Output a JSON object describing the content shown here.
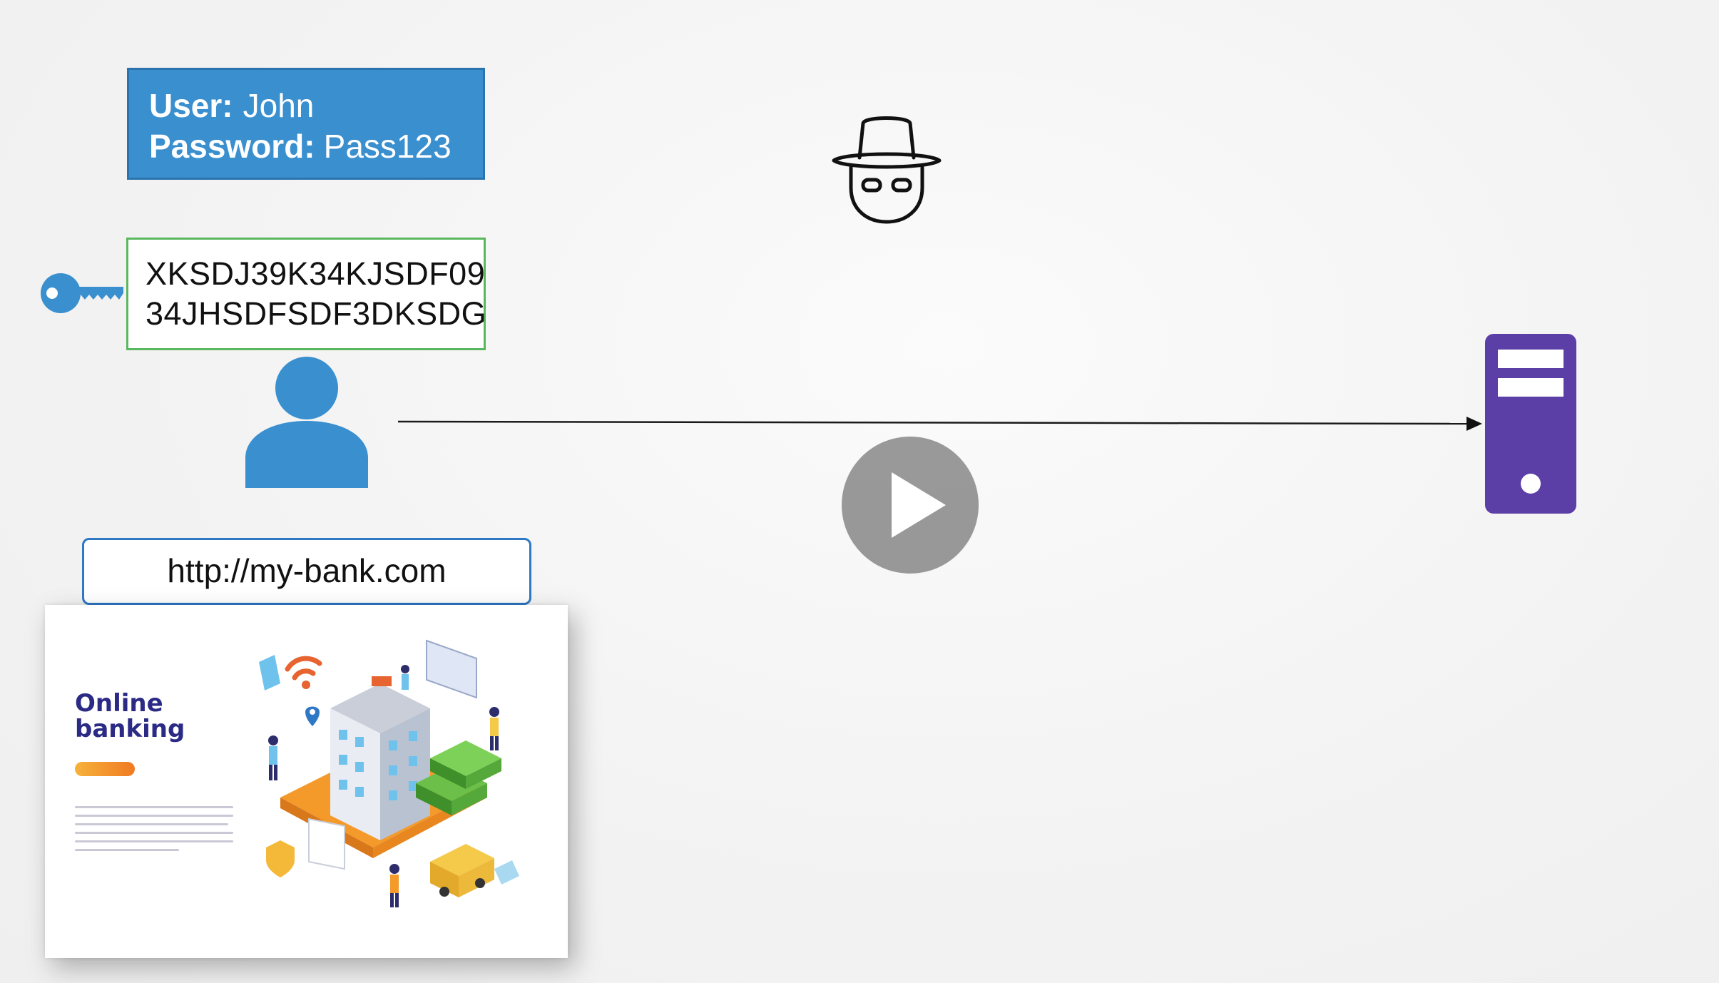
{
  "credentials": {
    "user_label": "User:",
    "user_value": "John",
    "password_label": "Password:",
    "password_value": "Pass123"
  },
  "encrypted": {
    "line1": "XKSDJ39K34KJSDF09",
    "line2": "34JHSDFSDF3DKSDG"
  },
  "url_bar": {
    "text": "http://my-bank.com"
  },
  "website": {
    "title_line1": "Online",
    "title_line2": "banking"
  },
  "icons": {
    "key": "key-icon",
    "user": "user-icon",
    "hacker": "hacker-icon",
    "server": "server-icon",
    "play": "play-icon"
  },
  "colors": {
    "credentials_bg": "#3a8fcf",
    "encrypted_border": "#59b85e",
    "url_border": "#2f78c6",
    "user_icon": "#3a8fcf",
    "server": "#5b3ea6",
    "site_title": "#2b2a85"
  }
}
